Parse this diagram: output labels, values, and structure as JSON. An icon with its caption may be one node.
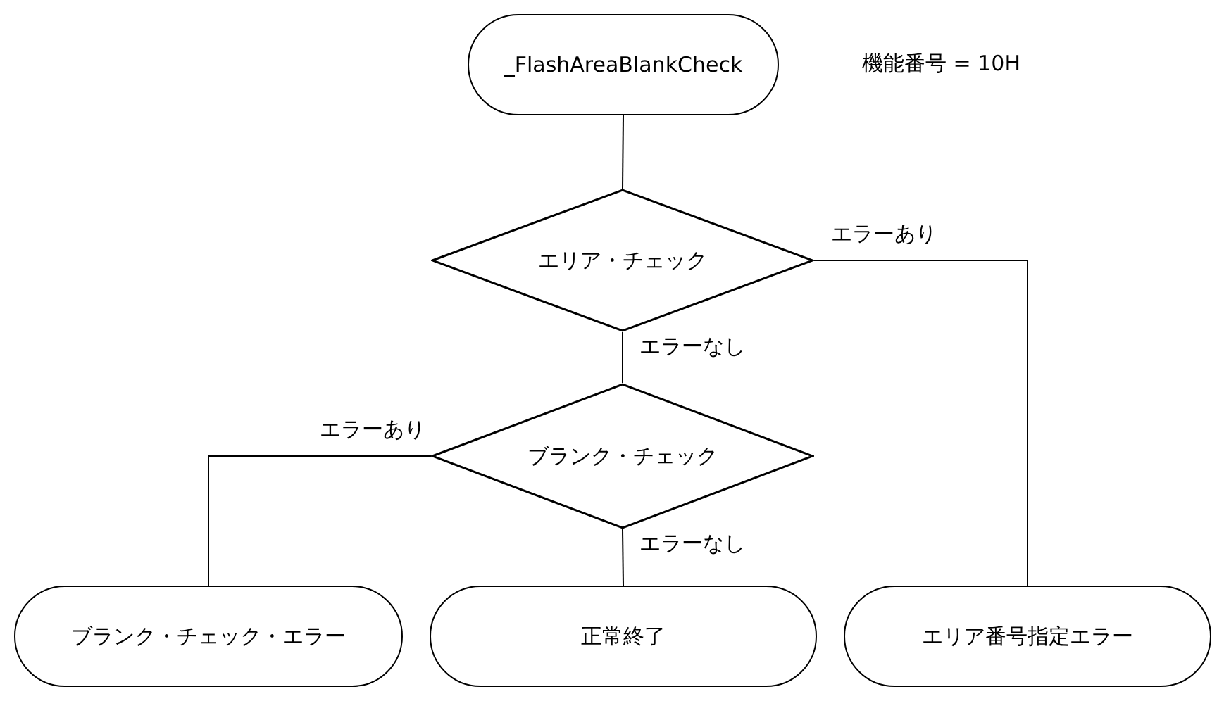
{
  "diagram": {
    "nodes": [
      {
        "text": [
          "_FlashAreaBlankCheck"
        ],
        "beside": [
          "機能番号 = 10H"
        ]
      },
      {
        "text": [
          "エリア・チェック"
        ]
      },
      {
        "text": [
          "ブランク・チェック"
        ]
      },
      {
        "text": [
          "ブランク・チェック・エラー"
        ]
      },
      {
        "text": [
          "正常終了"
        ]
      },
      {
        "text": [
          "エリア番号指定エラー"
        ]
      }
    ],
    "edges": [
      {
        "from": 0,
        "to": 1,
        "arrow": "none"
      },
      {
        "from": 1,
        "to": 2,
        "arrow": "none",
        "label": "エラーなし"
      },
      {
        "from": 1,
        "to": 5,
        "arrow": "none",
        "label": "エラーあり"
      },
      {
        "from": 2,
        "to": 3,
        "arrow": "none",
        "label": "エラーあり"
      },
      {
        "from": 2,
        "to": 4,
        "arrow": "none",
        "label": "エラーなし"
      }
    ]
  }
}
